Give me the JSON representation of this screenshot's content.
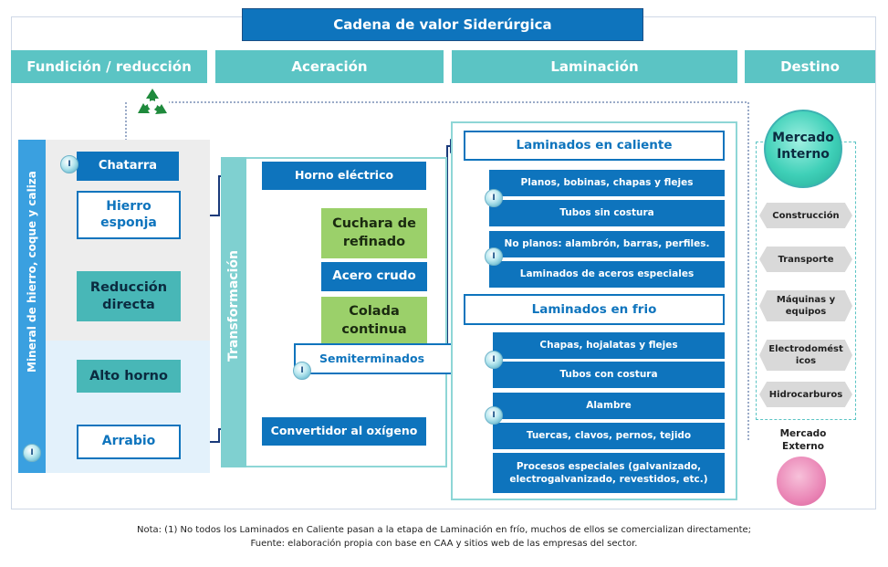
{
  "title": "Cadena de valor Siderúrgica",
  "stages": [
    "Fundición / reducción",
    "Aceración",
    "Laminación",
    "Destino"
  ],
  "side_label": "Mineral de hierro, coque y caliza",
  "transform_label": "Transformación",
  "fundicion": {
    "chatarra": "Chatarra",
    "hierro_esponja": "Hierro esponja",
    "reduccion_directa": "Reducción directa",
    "alto_horno": "Alto horno",
    "arrabio": "Arrabio"
  },
  "aceracion": {
    "horno_electrico": "Horno eléctrico",
    "cuchara": "Cuchara de refinado",
    "acero_crudo": "Acero crudo",
    "colada": "Colada continua",
    "semiterminados": "Semiterminados",
    "convertidor": "Convertidor al oxígeno"
  },
  "laminacion": {
    "caliente_header": "Laminados en caliente",
    "caliente_items": [
      "Planos, bobinas, chapas y flejes",
      "Tubos sin costura",
      "No planos: alambrón, barras, perfiles.",
      "Laminados de aceros especiales"
    ],
    "frio_header": "Laminados en frio",
    "frio_items": [
      "Chapas, hojalatas y flejes",
      "Tubos con costura",
      "Alambre",
      "Tuercas, clavos, pernos, tejido",
      "Procesos especiales (galvanizado, electrogalvanizado, revestidos, etc.)"
    ]
  },
  "destino": {
    "mercado_interno": "Mercado Interno",
    "sectores": [
      "Construcción",
      "Transporte",
      "Máquinas y equipos",
      "Electrodomést icos",
      "Hidrocarburos"
    ],
    "mercado_externo": "Mercado Externo"
  },
  "badge_label": "I",
  "icon_recycle": "recycle-icon",
  "colors": {
    "blue": "#0e74bd",
    "teal": "#5bc4c4",
    "green": "#9bd06a",
    "navy": "#1a3a7a",
    "pink": "#e46fa8"
  },
  "note_line1": "Nota: (1) No todos los Laminados en Caliente pasan a la etapa de Laminación en frío, muchos de ellos se comercializan directamente;",
  "note_line2": "Fuente: elaboración propia con base en CAA y sitios web de las empresas del sector."
}
